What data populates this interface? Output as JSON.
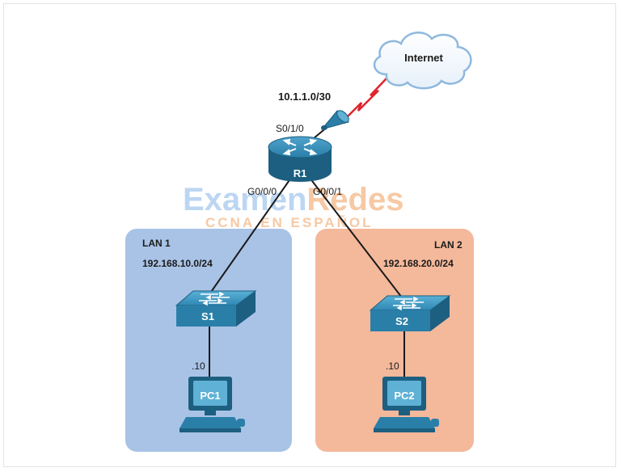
{
  "cloud": {
    "label": "Internet"
  },
  "wan": {
    "network": "10.1.1.0/30",
    "interface": "S0/1/0"
  },
  "router": {
    "label": "R1",
    "if_left": "G0/0/0",
    "if_right": "G0/0/1"
  },
  "lan1": {
    "title": "LAN 1",
    "network": "192.168.10.0/24",
    "switch": "S1",
    "host_addr": ".10",
    "pc": "PC1"
  },
  "lan2": {
    "title": "LAN 2",
    "network": "192.168.20.0/24",
    "switch": "S2",
    "host_addr": ".10",
    "pc": "PC2"
  },
  "watermark": {
    "line1a": "Examen",
    "line1b": "Redes",
    "line2": "CCNA EN ESPAÑOL"
  },
  "colors": {
    "lan1_bg": "#a9c3e6",
    "lan2_bg": "#f4b89b",
    "device_blue": "#2a7fa8",
    "device_dark": "#1d5f80",
    "link": "#1a1a1a",
    "serial_link": "#e0242c",
    "cloud_stroke": "#8fb8de",
    "watermark_blue": "#bcd6f2",
    "watermark_orange": "#f6c9a4"
  },
  "icons": [
    "cloud-icon",
    "router-icon",
    "switch-icon",
    "pc-icon",
    "wan-modem-icon",
    "serial-link-icon"
  ]
}
